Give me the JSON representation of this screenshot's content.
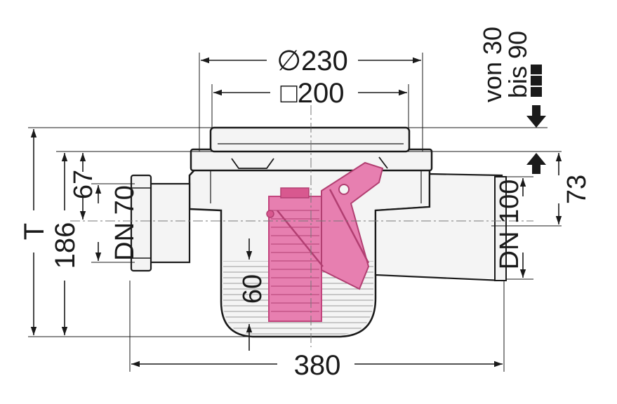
{
  "dimensions": {
    "outer_diameter": "∅230",
    "frame_square": "□200",
    "height_range_from": "von 30",
    "height_range_to": "bis 90",
    "total_height_symbol": "T",
    "total_height": "186",
    "inlet_offset": "67",
    "inlet_dn": "DN 70",
    "outlet_offset": "73",
    "outlet_dn": "DN 100",
    "water_seal": "60",
    "overall_length": "380"
  },
  "colors": {
    "line": "#1a1a1a",
    "accent": "#d8588f",
    "accent_fill": "#e77fb0",
    "body_fill": "#f4f4f4"
  }
}
